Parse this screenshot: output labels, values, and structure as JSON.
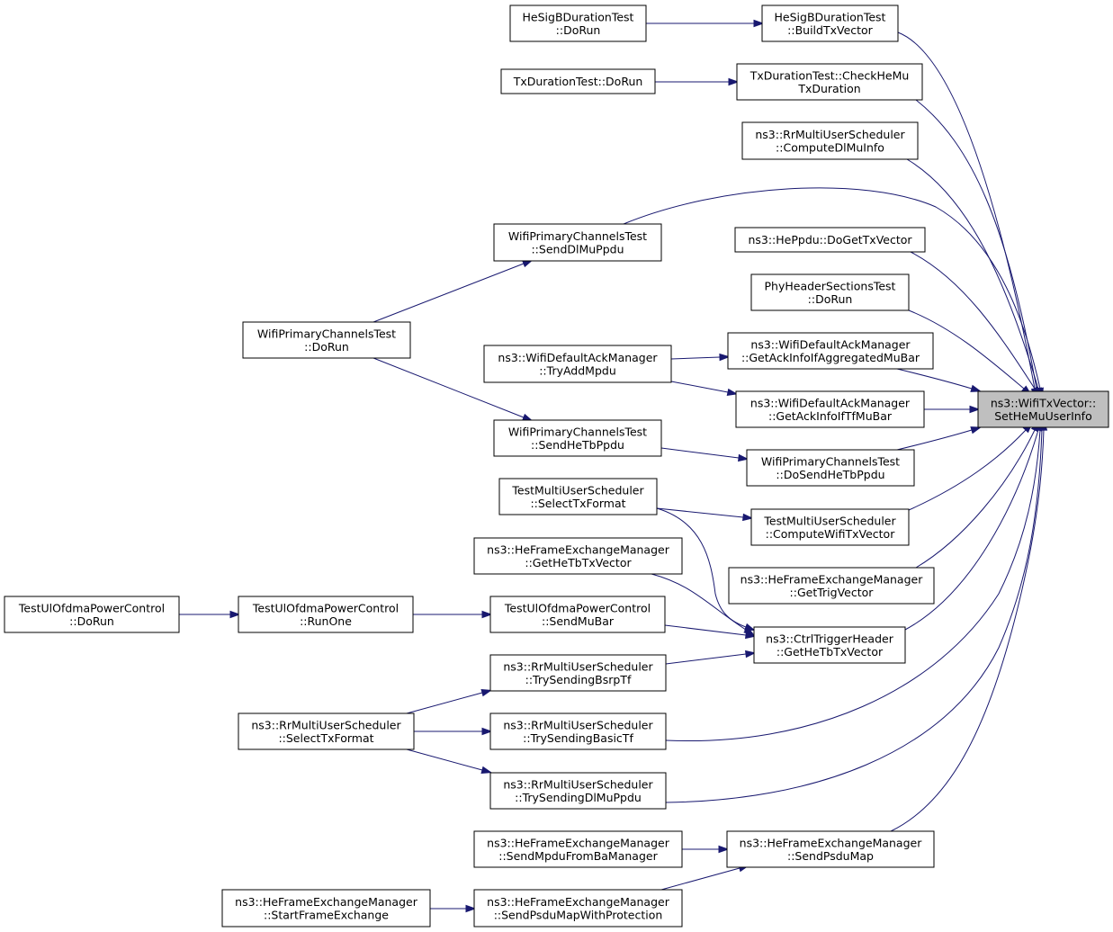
{
  "graph": {
    "nodes": [
      {
        "id": "root",
        "lines": [
          "ns3::WifiTxVector::",
          "SetHeMuUserInfo"
        ],
        "root": true
      },
      {
        "id": "hesig_build",
        "lines": [
          "HeSigBDurationTest",
          "::BuildTxVector"
        ]
      },
      {
        "id": "hesig_dorun",
        "lines": [
          "HeSigBDurationTest",
          "::DoRun"
        ]
      },
      {
        "id": "txdur_check",
        "lines": [
          "TxDurationTest::CheckHeMu",
          "TxDuration"
        ]
      },
      {
        "id": "txdur_dorun",
        "lines": [
          "TxDurationTest::DoRun"
        ]
      },
      {
        "id": "rr_computedl",
        "lines": [
          "ns3::RrMultiUserScheduler",
          "::ComputeDlMuInfo"
        ]
      },
      {
        "id": "wpc_senddl",
        "lines": [
          "WifiPrimaryChannelsTest",
          "::SendDlMuPpdu"
        ]
      },
      {
        "id": "heppdu",
        "lines": [
          "ns3::HePpdu::DoGetTxVector"
        ]
      },
      {
        "id": "phyhdr",
        "lines": [
          "PhyHeaderSectionsTest",
          "::DoRun"
        ]
      },
      {
        "id": "wpc_dorun",
        "lines": [
          "WifiPrimaryChannelsTest",
          "::DoRun"
        ]
      },
      {
        "id": "ack_agg",
        "lines": [
          "ns3::WifiDefaultAckManager",
          "::GetAckInfoIfAggregatedMuBar"
        ]
      },
      {
        "id": "ack_tryadd",
        "lines": [
          "ns3::WifiDefaultAckManager",
          "::TryAddMpdu"
        ]
      },
      {
        "id": "ack_tf",
        "lines": [
          "ns3::WifiDefaultAckManager",
          "::GetAckInfoIfTfMuBar"
        ]
      },
      {
        "id": "wpc_sendhetb",
        "lines": [
          "WifiPrimaryChannelsTest",
          "::SendHeTbPpdu"
        ]
      },
      {
        "id": "wpc_dosendhetb",
        "lines": [
          "WifiPrimaryChannelsTest",
          "::DoSendHeTbPpdu"
        ]
      },
      {
        "id": "tmus_select",
        "lines": [
          "TestMultiUserScheduler",
          "::SelectTxFormat"
        ]
      },
      {
        "id": "tmus_compute",
        "lines": [
          "TestMultiUserScheduler",
          "::ComputeWifiTxVector"
        ]
      },
      {
        "id": "hefem_gethetb",
        "lines": [
          "ns3::HeFrameExchangeManager",
          "::GetHeTbTxVector"
        ]
      },
      {
        "id": "hefem_gettrig",
        "lines": [
          "ns3::HeFrameExchangeManager",
          "::GetTrigVector"
        ]
      },
      {
        "id": "ulpc_dorun",
        "lines": [
          "TestUlOfdmaPowerControl",
          "::DoRun"
        ]
      },
      {
        "id": "ulpc_runone",
        "lines": [
          "TestUlOfdmaPowerControl",
          "::RunOne"
        ]
      },
      {
        "id": "ulpc_sendmubar",
        "lines": [
          "TestUlOfdmaPowerControl",
          "::SendMuBar"
        ]
      },
      {
        "id": "ctrl_gethetb",
        "lines": [
          "ns3::CtrlTriggerHeader",
          "::GetHeTbTxVector"
        ]
      },
      {
        "id": "rr_bsrp",
        "lines": [
          "ns3::RrMultiUserScheduler",
          "::TrySendingBsrpTf"
        ]
      },
      {
        "id": "rr_select",
        "lines": [
          "ns3::RrMultiUserScheduler",
          "::SelectTxFormat"
        ]
      },
      {
        "id": "rr_basic",
        "lines": [
          "ns3::RrMultiUserScheduler",
          "::TrySendingBasicTf"
        ]
      },
      {
        "id": "rr_dlmu",
        "lines": [
          "ns3::RrMultiUserScheduler",
          "::TrySendingDlMuPpdu"
        ]
      },
      {
        "id": "hefem_sendpsdu",
        "lines": [
          "ns3::HeFrameExchangeManager",
          "::SendPsduMap"
        ]
      },
      {
        "id": "hefem_sendmpdu",
        "lines": [
          "ns3::HeFrameExchangeManager",
          "::SendMpduFromBaManager"
        ]
      },
      {
        "id": "hefem_start",
        "lines": [
          "ns3::HeFrameExchangeManager",
          "::StartFrameExchange"
        ]
      },
      {
        "id": "hefem_sendpsduprot",
        "lines": [
          "ns3::HeFrameExchangeManager",
          "::SendPsduMapWithProtection"
        ]
      }
    ],
    "edges": [
      {
        "from": "hesig_build",
        "to": "root"
      },
      {
        "from": "hesig_dorun",
        "to": "hesig_build"
      },
      {
        "from": "txdur_check",
        "to": "root"
      },
      {
        "from": "txdur_dorun",
        "to": "txdur_check"
      },
      {
        "from": "rr_computedl",
        "to": "root"
      },
      {
        "from": "wpc_senddl",
        "to": "root"
      },
      {
        "from": "wpc_dorun",
        "to": "wpc_senddl"
      },
      {
        "from": "heppdu",
        "to": "root"
      },
      {
        "from": "phyhdr",
        "to": "root"
      },
      {
        "from": "ack_agg",
        "to": "root"
      },
      {
        "from": "ack_tryadd",
        "to": "ack_agg"
      },
      {
        "from": "ack_tf",
        "to": "root"
      },
      {
        "from": "ack_tryadd",
        "to": "ack_tf"
      },
      {
        "from": "wpc_dosendhetb",
        "to": "root"
      },
      {
        "from": "wpc_dorun",
        "to": "wpc_sendhetb"
      },
      {
        "from": "wpc_sendhetb",
        "to": "wpc_dosendhetb"
      },
      {
        "from": "tmus_compute",
        "to": "root"
      },
      {
        "from": "tmus_select",
        "to": "tmus_compute"
      },
      {
        "from": "hefem_gettrig",
        "to": "root"
      },
      {
        "from": "ctrl_gethetb",
        "to": "root"
      },
      {
        "from": "tmus_select",
        "to": "ctrl_gethetb"
      },
      {
        "from": "hefem_gethetb",
        "to": "ctrl_gethetb"
      },
      {
        "from": "ulpc_sendmubar",
        "to": "ctrl_gethetb"
      },
      {
        "from": "rr_bsrp",
        "to": "ctrl_gethetb"
      },
      {
        "from": "ulpc_dorun",
        "to": "ulpc_runone"
      },
      {
        "from": "ulpc_runone",
        "to": "ulpc_sendmubar"
      },
      {
        "from": "rr_select",
        "to": "rr_bsrp"
      },
      {
        "from": "rr_select",
        "to": "rr_basic"
      },
      {
        "from": "rr_select",
        "to": "rr_dlmu"
      },
      {
        "from": "rr_basic",
        "to": "root"
      },
      {
        "from": "rr_dlmu",
        "to": "root"
      },
      {
        "from": "hefem_sendpsdu",
        "to": "root"
      },
      {
        "from": "hefem_sendmpdu",
        "to": "hefem_sendpsdu"
      },
      {
        "from": "hefem_sendpsduprot",
        "to": "hefem_sendpsdu"
      },
      {
        "from": "hefem_start",
        "to": "hefem_sendpsduprot"
      }
    ]
  }
}
